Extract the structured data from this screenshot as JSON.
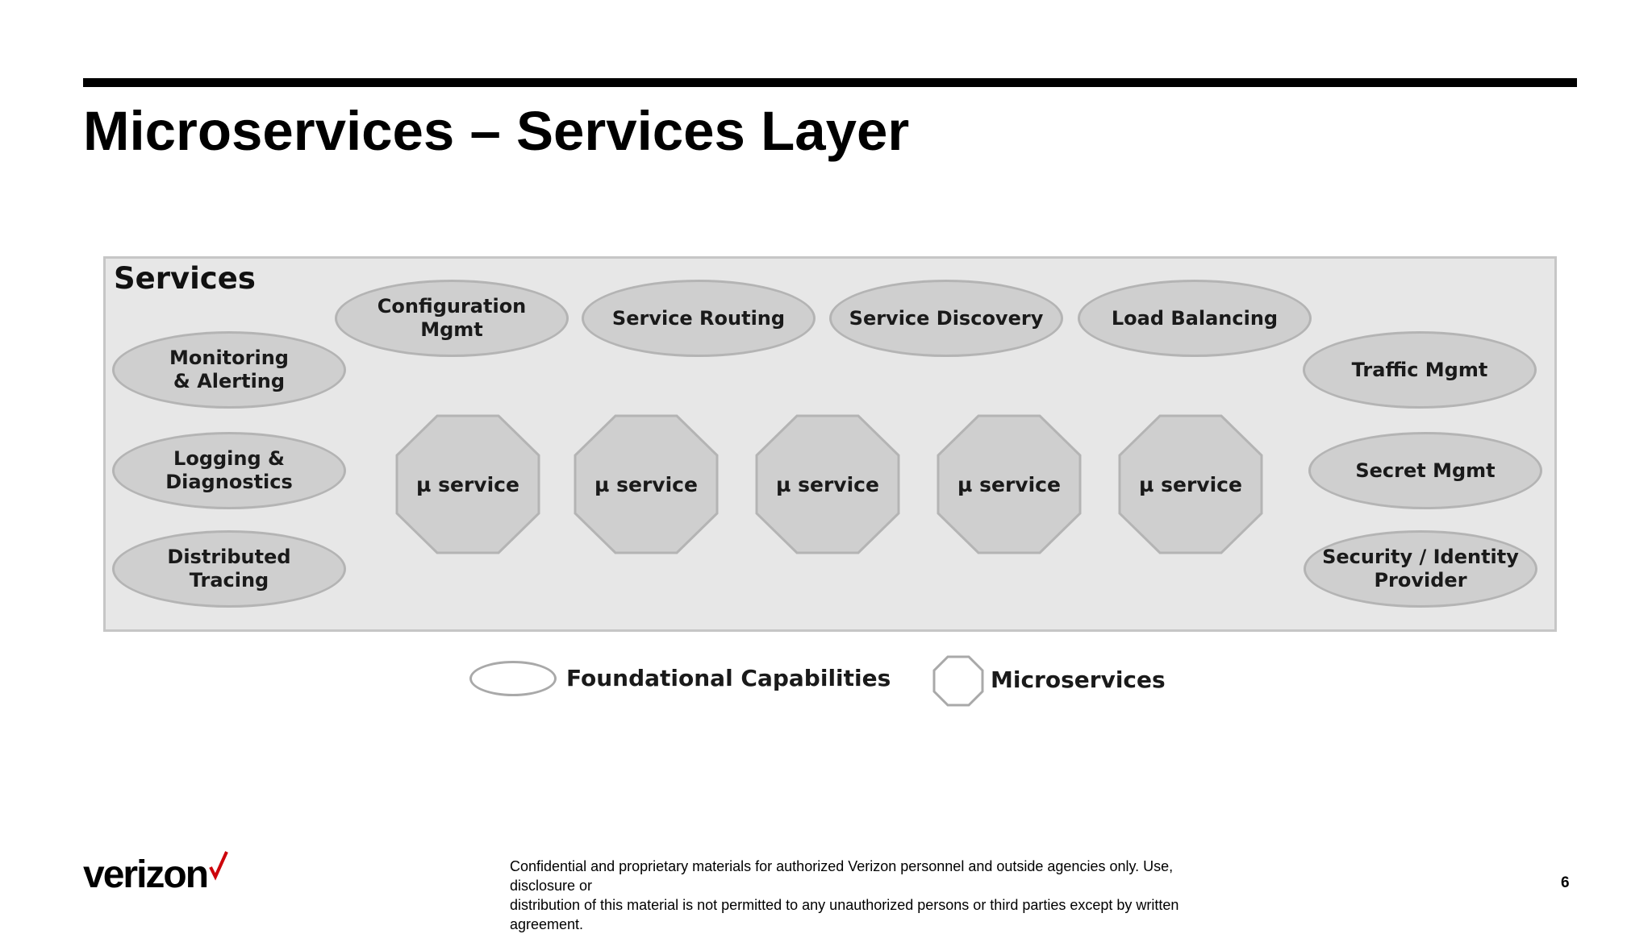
{
  "slide": {
    "title": "Microservices – Services Layer",
    "page_number": "6"
  },
  "panel": {
    "label": "Services",
    "fill_color": "#e7e7e7"
  },
  "capabilities": [
    {
      "label": "Configuration\nMgmt"
    },
    {
      "label": "Service Routing"
    },
    {
      "label": "Service Discovery"
    },
    {
      "label": "Load Balancing"
    },
    {
      "label": "Monitoring\n& Alerting"
    },
    {
      "label": "Logging &\nDiagnostics"
    },
    {
      "label": "Distributed\nTracing"
    },
    {
      "label": "Traffic Mgmt"
    },
    {
      "label": "Secret Mgmt"
    },
    {
      "label": "Security / Identity\nProvider"
    }
  ],
  "microservices": [
    {
      "label": "µ service"
    },
    {
      "label": "µ service"
    },
    {
      "label": "µ service"
    },
    {
      "label": "µ service"
    },
    {
      "label": "µ service"
    }
  ],
  "legend": {
    "foundational": "Foundational Capabilities",
    "microservices": "Microservices"
  },
  "footer": {
    "logo_text": "verizon",
    "disclaimer_line1": "Confidential and proprietary materials for authorized Verizon personnel and outside agencies only. Use, disclosure or",
    "disclaimer_line2": "distribution of this material is not permitted to any unauthorized persons or third parties except by written agreement.",
    "brand_color": "#cd040b"
  },
  "colors": {
    "shape_fill": "#cfcfcf",
    "shape_stroke": "#b4b4b4"
  }
}
